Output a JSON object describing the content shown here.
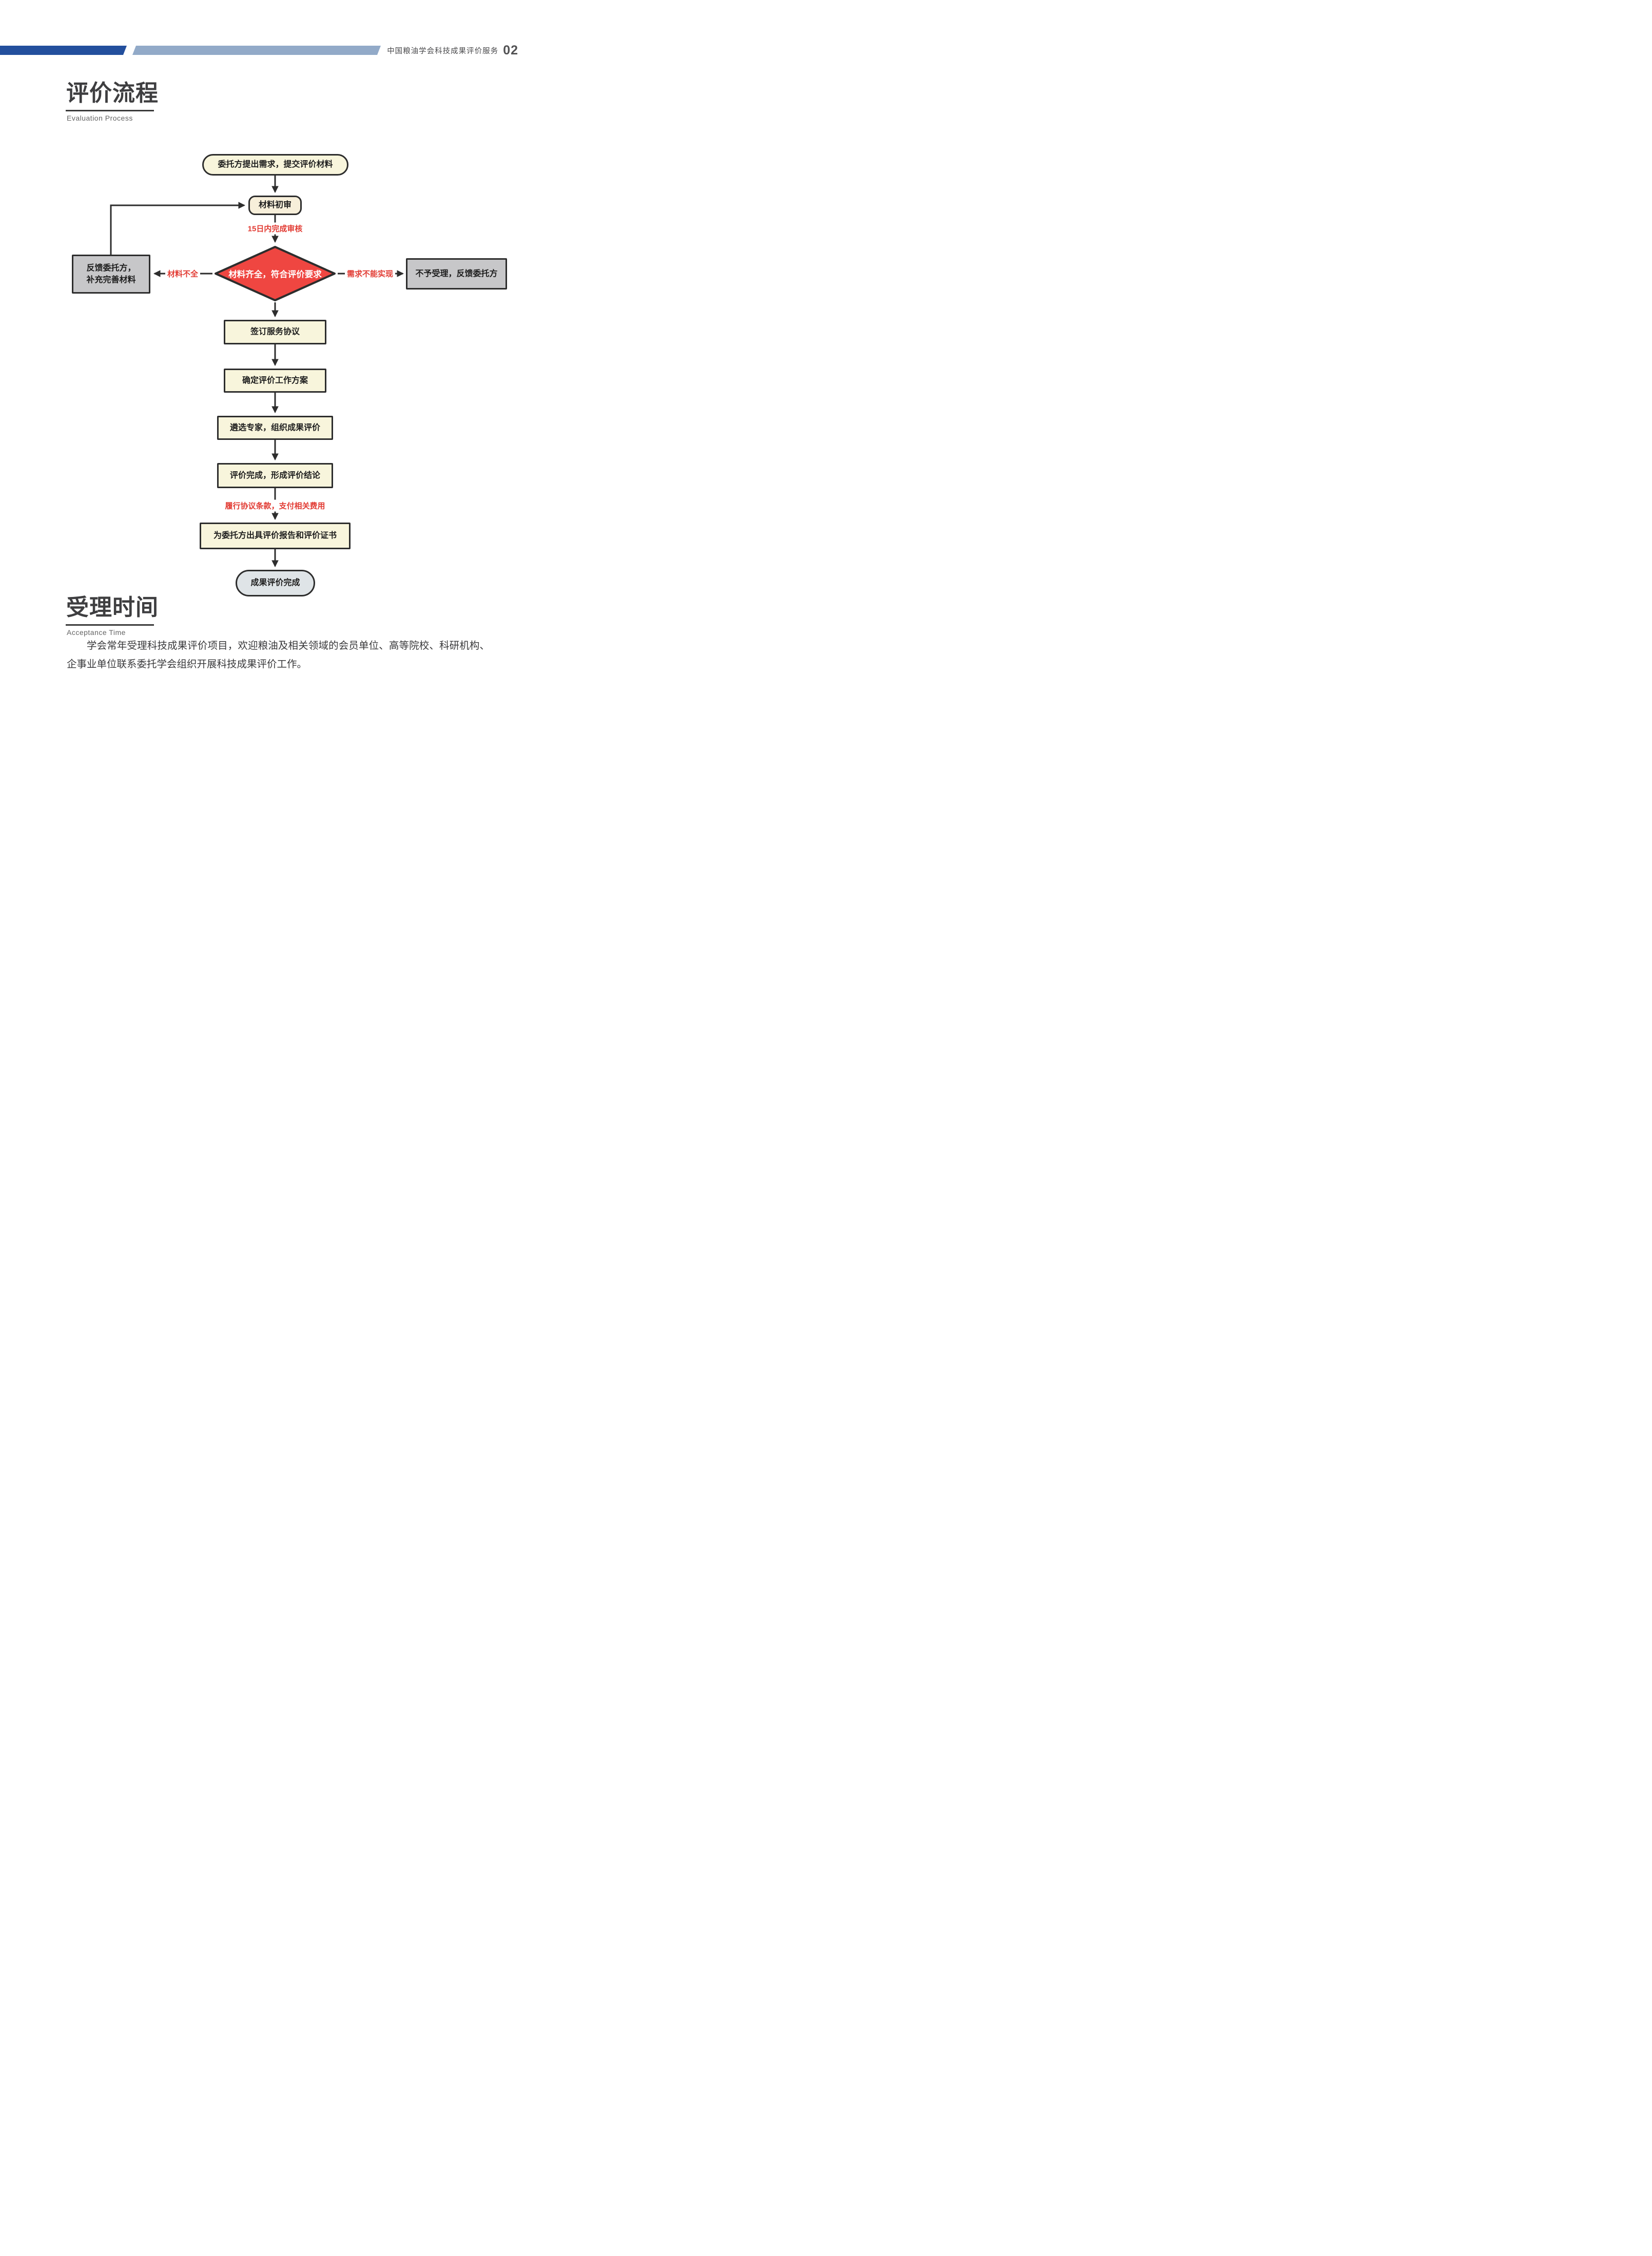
{
  "header": {
    "service_title": "中国粮油学会科技成果评价服务",
    "page_number": "02"
  },
  "sections": {
    "process": {
      "title": "评价流程",
      "subtitle": "Evaluation Process"
    },
    "acceptance": {
      "title": "受理时间",
      "subtitle": "Acceptance Time",
      "paragraph": "学会常年受理科技成果评价项目，欢迎粮油及相关领域的会员单位、高等院校、科研机构、企事业单位联系委托学会组织开展科技成果评价工作。"
    }
  },
  "flowchart": {
    "nodes": {
      "start": "委托方提出需求，提交评价材料",
      "initial_review": "材料初审",
      "decision": "材料齐全，符合评价要求",
      "feedback_line1": "反馈委托方，",
      "feedback_line2": "补充完善材料",
      "reject": "不予受理，反馈委托方",
      "sign": "签订服务协议",
      "plan": "确定评价工作方案",
      "experts": "遴选专家，组织成果评价",
      "conclusion": "评价完成，形成评价结论",
      "report": "为委托方出具评价报告和评价证书",
      "end": "成果评价完成"
    },
    "labels": {
      "deadline": "15日内完成审核",
      "incomplete": "材料不全",
      "unfeasible": "需求不能实现",
      "payment": "履行协议条款，支付相关费用"
    }
  },
  "colors": {
    "header_dark_blue": "#234f9d",
    "header_light_blue": "#92aac8",
    "decision_fill": "#ef4641",
    "process_fill": "#f8f5dc",
    "initial_fill": "#f7efda",
    "side_fill": "#c7c7c9",
    "end_fill": "#dfe4e7",
    "accent_red": "#e23b33",
    "line_color": "#2d2d2d"
  }
}
